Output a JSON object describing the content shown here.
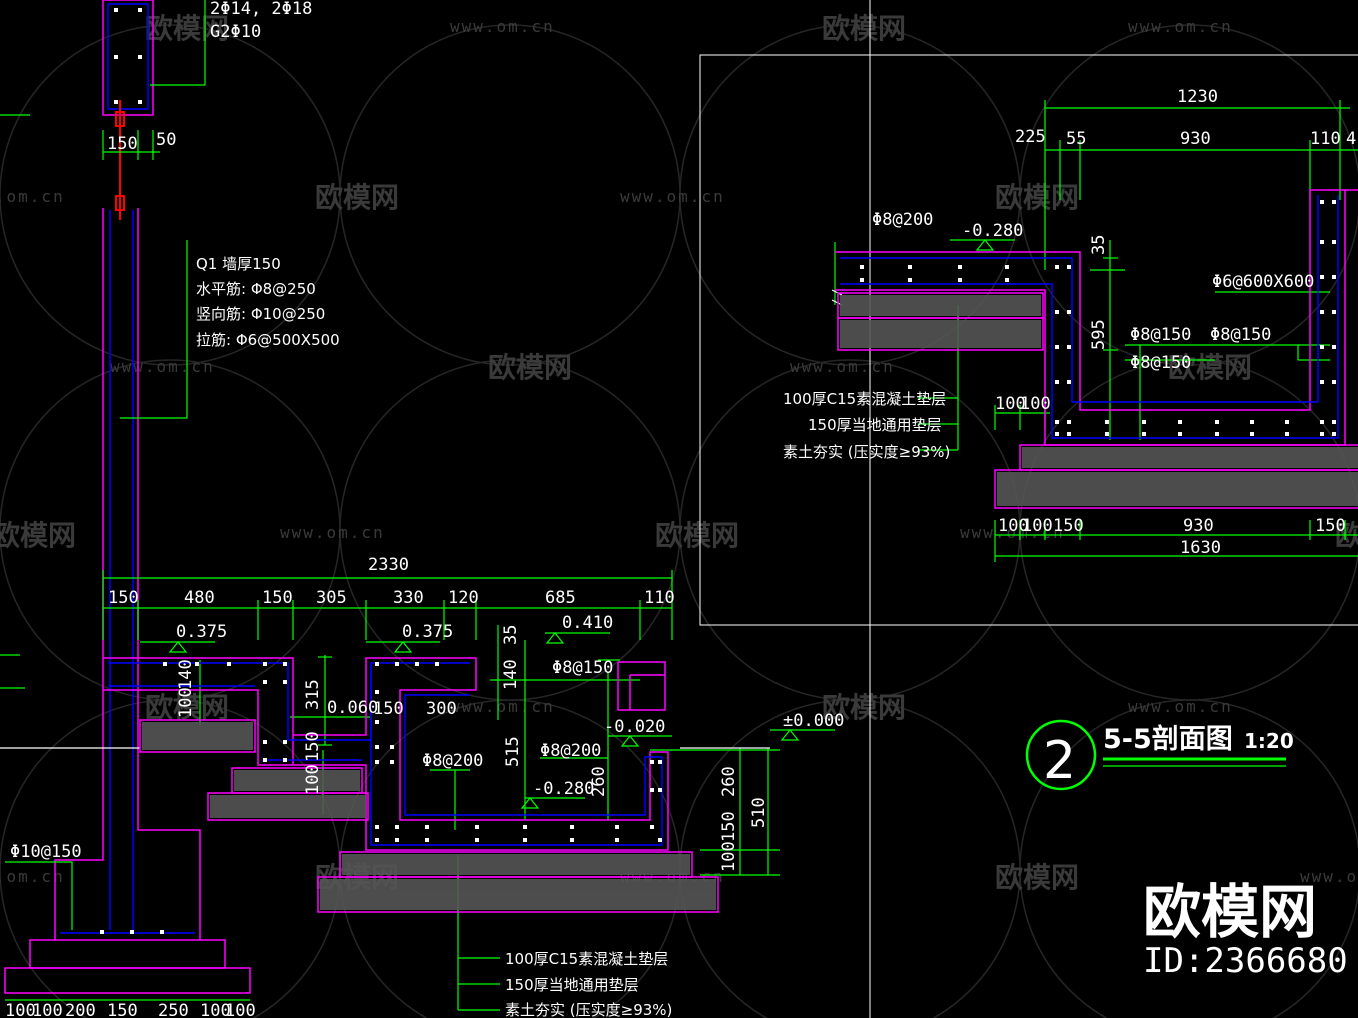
{
  "watermark": {
    "brand": "欧模网",
    "url": "www.om.cn"
  },
  "logo": {
    "name": "欧模网",
    "id": "ID:2366680"
  },
  "title": {
    "number": "2",
    "name": "5-5剖面图",
    "scale": "1:20"
  },
  "left_section": {
    "column_label_1": "2Φ14, 2Φ18",
    "column_label_2": "G2Φ10",
    "dim_150": "150",
    "dim_50": "50",
    "wall_notes": [
      "Q1  墙厚150",
      "水平筋: Φ8@250",
      "竖向筋: Φ10@250",
      "拉筋: Φ6@500X500"
    ],
    "bottom_rebar": "Φ10@150",
    "bottom_dims": [
      "100",
      "100",
      "200",
      "150",
      "250",
      "100",
      "100"
    ]
  },
  "center_section": {
    "total": "2330",
    "dims": [
      "150",
      "480",
      "150",
      "305",
      "330",
      "120",
      "685",
      "110"
    ],
    "elev_1": "0.375",
    "elev_2": "0.375",
    "elev_3": "0.410",
    "elev_4": "0.060",
    "elev_5": "-0.020",
    "elev_6": "-0.280",
    "elev_7": "±0.000",
    "dim_35": "35",
    "dim_140": "140",
    "dim_140b": "140",
    "dim_100": "100",
    "dim_315": "315",
    "dim_150": "150",
    "dim_300": "300",
    "dim_150b": "150",
    "dim_100b": "100",
    "dim_515": "515",
    "dim_260": "260",
    "dim_260b": "260",
    "dim_150c": "150",
    "dim_100c": "100",
    "dim_510": "510",
    "rebar_1": "Φ8@150",
    "rebar_2": "Φ8@200",
    "rebar_3": "Φ8@200",
    "notes": [
      "100厚C15素混凝土垫层",
      "150厚当地通用垫层",
      "素土夯实 (压实度≥93%)"
    ]
  },
  "right_section": {
    "total": "1230",
    "dims": [
      "225",
      "55",
      "930",
      "110",
      "4"
    ],
    "rebar_1": "Φ8@200",
    "elev": "-0.280",
    "dim_35": "35",
    "dim_595": "595",
    "rebar_2": "Φ6@600X600",
    "rebar_3": "Φ8@150",
    "rebar_4": "Φ8@150",
    "rebar_5": "Φ8@150",
    "dim_100": "100",
    "dim_100b": "100",
    "notes": [
      "100厚C15素混凝土垫层",
      "150厚当地通用垫层",
      "素土夯实 (压实度≥93%)"
    ],
    "bottom_dims": [
      "100",
      "100",
      "150",
      "930",
      "150"
    ],
    "bottom_total": "1630"
  },
  "colors": {
    "background": "#000000",
    "dimension": "#00ff00",
    "concrete": "#ff00ff",
    "rebar": "#0000ff",
    "text": "#ffffff",
    "detail_red": "#ff0000",
    "watermark": "#3a3a3a"
  }
}
